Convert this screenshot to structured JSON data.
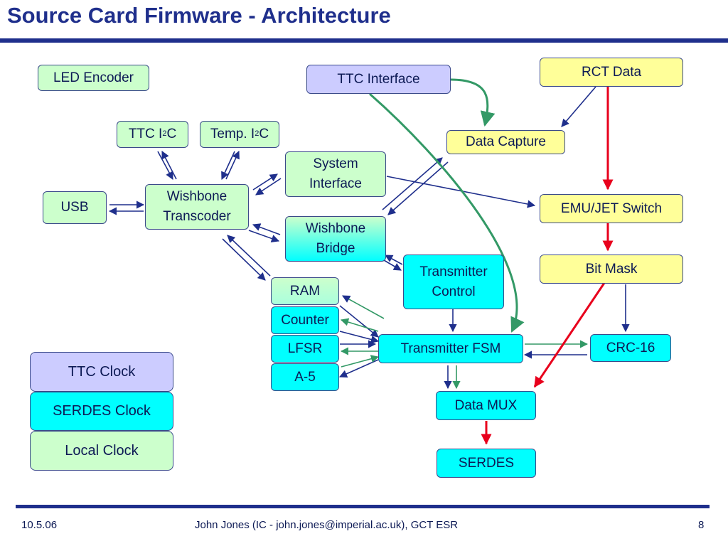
{
  "slide": {
    "title": "Source Card Firmware - Architecture",
    "footer": {
      "date": "10.5.06",
      "author": "John Jones (IC - john.jones@imperial.ac.uk), GCT ESR",
      "page": "8"
    }
  },
  "colors": {
    "title_blue": "#1f2f8c",
    "green_box": "#ccffcc",
    "yellow_box": "#ffff99",
    "lavender_box": "#ccccff",
    "cyan_box": "#00ffff",
    "arrow_blue": "#1f2f8c",
    "arrow_green": "#339966",
    "arrow_red": "#e8001c"
  },
  "blocks": {
    "led_encoder": "LED Encoder",
    "ttc_interface": "TTC Interface",
    "rct_data": "RCT Data",
    "ttc_i2c_prefix": "TTC I",
    "ttc_i2c_sup": "2",
    "ttc_i2c_suffix": "C",
    "temp_i2c_prefix": "Temp. I",
    "temp_i2c_sup": "2",
    "temp_i2c_suffix": "C",
    "data_capture": "Data Capture",
    "system_interface_l1": "System",
    "system_interface_l2": "Interface",
    "usb": "USB",
    "wishbone_transcoder_l1": "Wishbone",
    "wishbone_transcoder_l2": "Transcoder",
    "emu_jet_switch": "EMU/JET Switch",
    "wishbone_bridge_l1": "Wishbone",
    "wishbone_bridge_l2": "Bridge",
    "transmitter_control_l1": "Transmitter",
    "transmitter_control_l2": "Control",
    "bit_mask": "Bit Mask",
    "ram": "RAM",
    "counter": "Counter",
    "lfsr": "LFSR",
    "a5": "A-5",
    "transmitter_fsm": "Transmitter FSM",
    "crc16": "CRC-16",
    "data_mux": "Data MUX",
    "serdes": "SERDES"
  },
  "clocks": {
    "ttc_clock": "TTC Clock",
    "serdes_clock": "SERDES Clock",
    "local_clock": "Local Clock"
  }
}
